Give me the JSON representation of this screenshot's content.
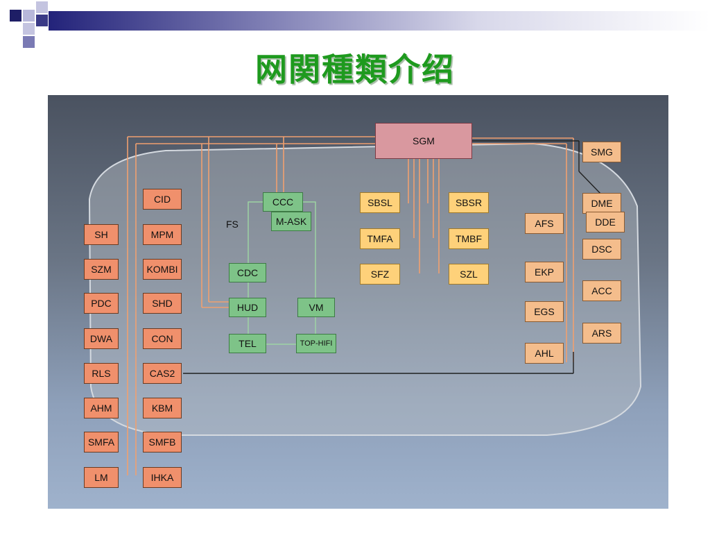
{
  "slide": {
    "title": "网関種類介绍"
  },
  "colors": {
    "title": "#1e9a1e",
    "red_module": "#f0906c",
    "yellow_module": "#fed17a",
    "green_module": "#7ec388",
    "peach_module": "#f4bd8c",
    "gateway": "#d9989f"
  },
  "diagram": {
    "gateway": "SGM",
    "left_outer": [
      "SH",
      "SZM",
      "PDC",
      "DWA",
      "RLS",
      "AHM",
      "SMFA",
      "LM"
    ],
    "left_inner": [
      "CID",
      "MPM",
      "KOMBI",
      "SHD",
      "CON",
      "CAS2",
      "KBM",
      "SMFB",
      "IHKA"
    ],
    "green": {
      "ccc": "CCC",
      "mask": "M-ASK",
      "fs": "FS",
      "cdc": "CDC",
      "hud": "HUD",
      "vm": "VM",
      "tel": "TEL",
      "tophifi": "TOP-HIFI"
    },
    "yellow": {
      "sbsl": "SBSL",
      "sbsr": "SBSR",
      "tmfa": "TMFA",
      "tmbf": "TMBF",
      "sfz": "SFZ",
      "szl": "SZL"
    },
    "right_mid": [
      "AFS",
      "EKP",
      "EGS",
      "AHL"
    ],
    "right_outer": {
      "smg": "SMG",
      "dme": "DME",
      "dde": "DDE",
      "dsc": "DSC",
      "acc": "ACC",
      "ars": "ARS"
    }
  }
}
